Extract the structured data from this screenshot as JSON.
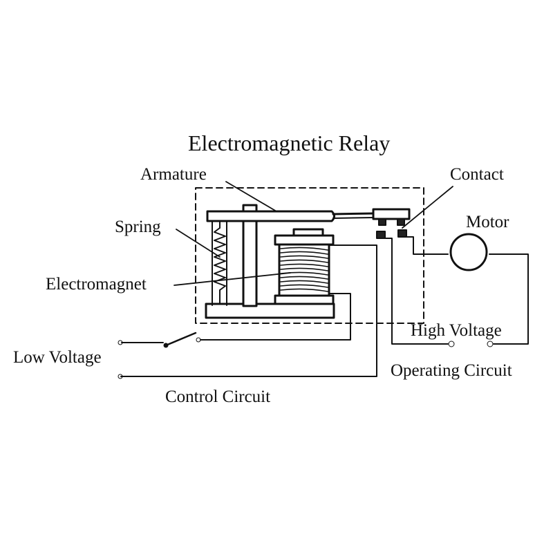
{
  "title": "Electromagnetic Relay",
  "labels": {
    "armature": "Armature",
    "contact": "Contact",
    "spring": "Spring",
    "motor": "Motor",
    "electromagnet": "Electromagnet",
    "high_voltage": "High Voltage",
    "low_voltage": "Low Voltage",
    "operating_circuit": "Operating Circuit",
    "control_circuit": "Control Circuit"
  },
  "colors": {
    "ink": "#111111",
    "background": "#ffffff"
  }
}
